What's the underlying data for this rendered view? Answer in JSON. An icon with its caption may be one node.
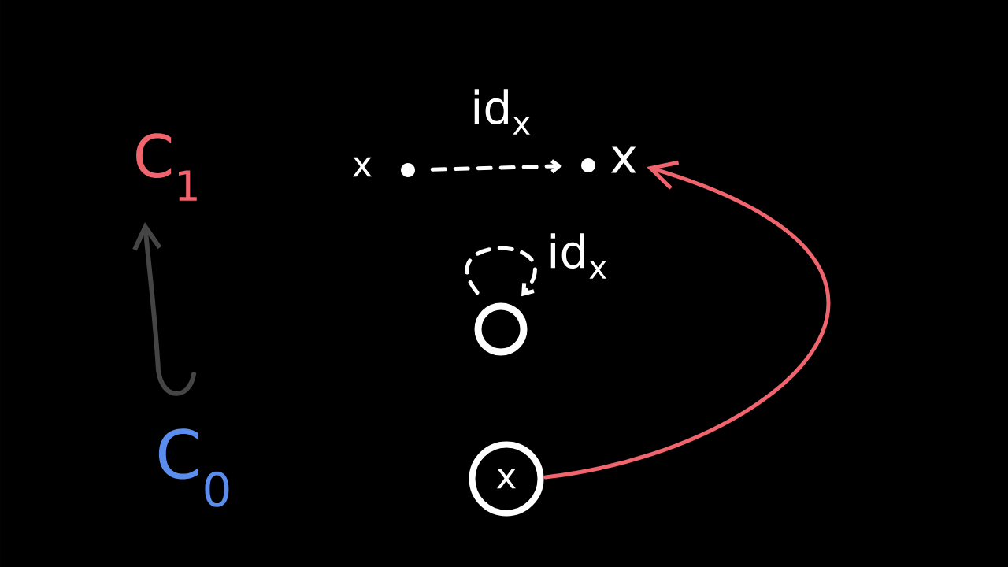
{
  "diagram": {
    "nodes": [
      {
        "text": [
          "C$_{1}$"
        ]
      },
      {
        "text": [],
        "shape": "dot",
        "beside": [
          "x"
        ]
      },
      {
        "text": [],
        "shape": "dot",
        "beside": [
          "x"
        ]
      },
      {
        "text": [],
        "shape": "circle"
      },
      {
        "text": [
          "C$_{0}$"
        ]
      },
      {
        "text": [
          "x"
        ]
      }
    ],
    "edges": [
      {
        "from": 1,
        "to": 2,
        "arrow": "to",
        "style": "dashed",
        "label": "id$_{x}$"
      },
      {
        "from": 3,
        "to": 3,
        "arrow": "to",
        "style": "dashed",
        "label": "id$_{x}$"
      },
      {
        "from": 4,
        "to": 0,
        "arrow": "to",
        "color": "#454545"
      },
      {
        "from": 5,
        "to": 2,
        "arrow": "to",
        "color": "#f0646e"
      }
    ]
  }
}
